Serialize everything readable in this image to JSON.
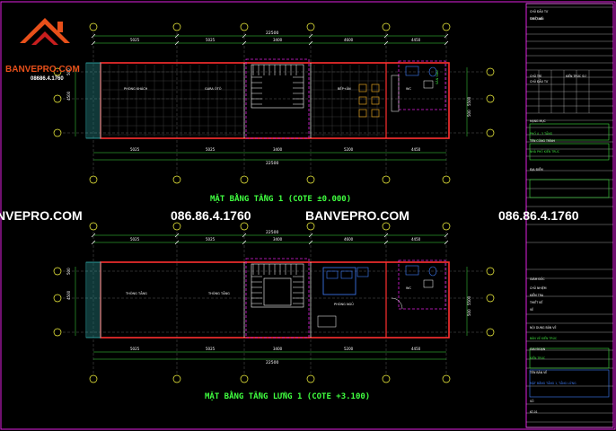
{
  "brand": {
    "name": "BANVEPRO.COM",
    "phone": "08686.4.1760",
    "colors": {
      "logo_orange": "#e8501a",
      "logo_red": "#c81e1e",
      "brand_text": "#e8501a"
    }
  },
  "watermark": {
    "items": [
      "NVEPRO.COM",
      "086.86.4.1760",
      "BANVEPRO.COM",
      "086.86.4.1760"
    ],
    "color": "#ffffff"
  },
  "plans": [
    {
      "title": "MẶT BẰNG TẦNG 1 (COTE ±0.000)",
      "top_dims": {
        "total": "22500",
        "segments": [
          "5025",
          "5025",
          "3400",
          "4600",
          "4450"
        ]
      },
      "bottom_dims": {
        "total": "22500",
        "segments": [
          "5025",
          "5025",
          "3400",
          "5200",
          "4450"
        ]
      },
      "side_dims": [
        "500",
        "4500",
        "500",
        "5500"
      ],
      "room_labels": [
        "PHÒNG KHÁCH",
        "GARA ÔTÔ",
        "BẾP+ĂN",
        "WC",
        "SÂN SAU"
      ]
    },
    {
      "title": "MẶT BẰNG TẦNG LỬNG 1 (COTE +3.100)",
      "top_dims": {
        "total": "22500",
        "segments": [
          "5025",
          "5025",
          "3400",
          "4600",
          "4450"
        ]
      },
      "bottom_dims": {
        "total": "22500",
        "segments": [
          "5025",
          "5025",
          "3400",
          "5200",
          "4450"
        ]
      },
      "side_dims": [
        "500",
        "4500",
        "500",
        "5500"
      ],
      "room_labels": [
        "THÔNG TẦNG",
        "THÔNG TẦNG",
        "PHÒNG NGỦ",
        "WC"
      ]
    }
  ],
  "title_block": {
    "rows": [
      "CHỦ ĐẦU TƯ",
      "",
      "",
      "",
      "",
      "",
      "CƠ QUAN",
      "THIẾT KẾ",
      "",
      "",
      "",
      "",
      "CHỦ TRÌ",
      "KIẾN TRÚC SƯ",
      "CHỦ ĐẦU TƯ",
      "",
      "HẠNG MỤC",
      "PHỐ 4 - 3 TẦNG",
      "TÊN CÔNG TRÌNH",
      "NHÀ PHỐ KIẾN TRÚC",
      "ĐỊA ĐIỂM",
      "",
      "",
      "GIÁM ĐỐC",
      "CHỦ NHIỆM",
      "KIỂM TRA",
      "THIẾT KẾ",
      "VẼ",
      "NỘI DUNG BẢN VẼ",
      "BẢN VẼ KIẾN TRÚC",
      "GIAI ĐOẠN",
      "KIẾN TRÚC",
      "TÊN BẢN VẼ",
      "MẶT BẰNG TẦNG 1, TẦNG LỬNG",
      "SỐ",
      "KT-01"
    ],
    "colors": {
      "border": "#e020e0",
      "line": "#c0c0c0",
      "green": "#40e040",
      "blue": "#4080ff"
    }
  }
}
